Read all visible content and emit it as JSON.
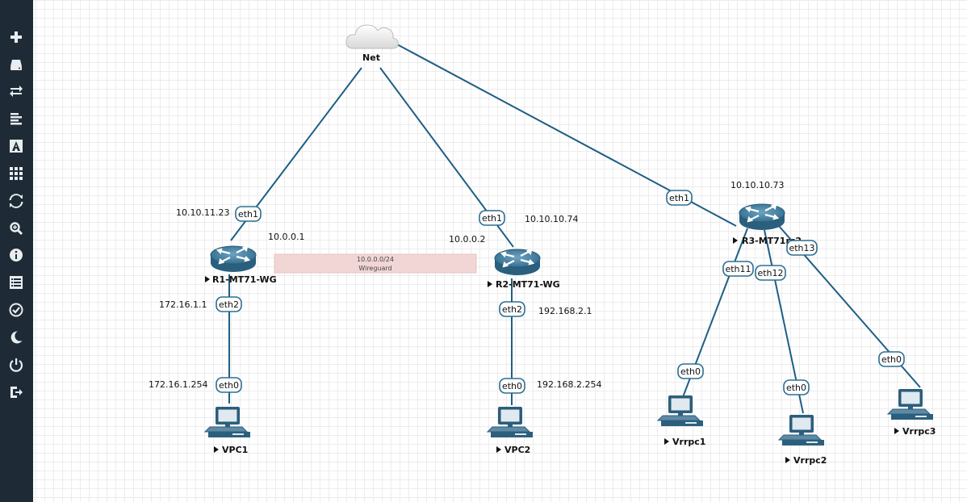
{
  "sidebar": {
    "tools": [
      {
        "icon": "plus-icon"
      },
      {
        "icon": "node-list-icon"
      },
      {
        "icon": "swap-icon"
      },
      {
        "icon": "align-left-icon"
      },
      {
        "icon": "text-icon"
      },
      {
        "icon": "grid-icon"
      },
      {
        "icon": "refresh-icon"
      },
      {
        "icon": "zoom-icon"
      },
      {
        "icon": "info-icon"
      },
      {
        "icon": "list-icon"
      },
      {
        "icon": "check-icon"
      },
      {
        "icon": "moon-icon"
      },
      {
        "icon": "power-icon"
      },
      {
        "icon": "logout-icon"
      }
    ]
  },
  "cloud": {
    "name": "Net"
  },
  "routers": {
    "r1": {
      "name": "R1-MT71-WG"
    },
    "r2": {
      "name": "R2-MT71-WG"
    },
    "r3": {
      "name": "R3-MT71rc2"
    }
  },
  "pcs": {
    "vpc1": {
      "name": "VPC1"
    },
    "vpc2": {
      "name": "VPC2"
    },
    "vrrpc1": {
      "name": "Vrrpc1"
    },
    "vrrpc2": {
      "name": "Vrrpc2"
    },
    "vrrpc3": {
      "name": "Vrrpc3"
    }
  },
  "interfaces": {
    "r1_eth1": "eth1",
    "r1_eth2": "eth2",
    "vpc1_eth0": "eth0",
    "r2_eth1": "eth1",
    "r2_eth2": "eth2",
    "vpc2_eth0": "eth0",
    "r3_eth1": "eth1",
    "r3_eth11": "eth11",
    "r3_eth12": "eth12",
    "r3_eth13": "eth13",
    "vrrpc1_eth0": "eth0",
    "vrrpc2_eth0": "eth0",
    "vrrpc3_eth0": "eth0"
  },
  "ips": {
    "r1_wan": "10.10.11.23",
    "r1_tunnel": "10.0.0.1",
    "r1_lan": "172.16.1.1",
    "vpc1": "172.16.1.254",
    "r2_wan": "10.10.10.74",
    "r2_tunnel": "10.0.0.2",
    "r2_lan": "192.168.2.1",
    "vpc2": "192.168.2.254",
    "r3_wan": "10.10.10.73"
  },
  "tunnel": {
    "subnet": "10.0.0.0/24",
    "label": "Wireguard"
  },
  "colors": {
    "sidebar": "#1e2b36",
    "link": "#1f5e84",
    "router": "#2f6b8c",
    "tunnel": "#f2d6d6"
  }
}
